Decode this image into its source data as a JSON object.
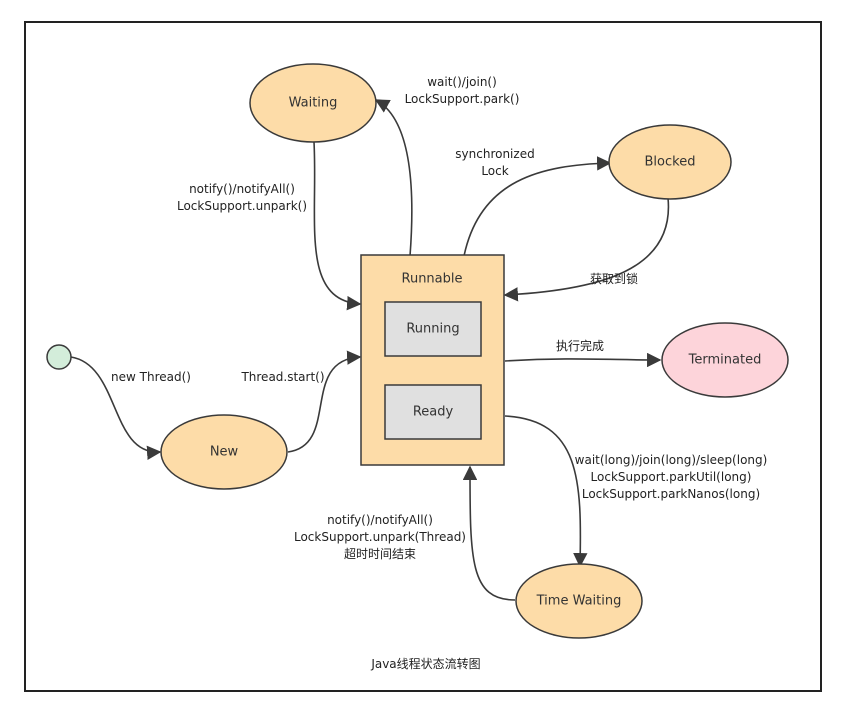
{
  "diagram": {
    "caption": "Java线程状态流转图",
    "colors": {
      "state_fill": "#FDDCA8",
      "terminated_fill": "#FDD4DA",
      "start_fill": "#D3EDDA",
      "inner_fill": "#E0E0E0",
      "stroke": "#3a3a3a"
    },
    "nodes": {
      "waiting": "Waiting",
      "blocked": "Blocked",
      "runnable": "Runnable",
      "running": "Running",
      "ready": "Ready",
      "terminated": "Terminated",
      "new": "New",
      "time_waiting": "Time Waiting"
    },
    "edges": {
      "wait_join_park": [
        "wait()/join()",
        "LockSupport.park()"
      ],
      "notify_unpark": [
        "notify()/notifyAll()",
        "LockSupport.unpark()"
      ],
      "synchronized_lock": [
        "synchronized",
        "Lock"
      ],
      "acquire_lock": [
        "获取到锁"
      ],
      "execution_complete": [
        "执行完成"
      ],
      "new_thread": [
        "new Thread()"
      ],
      "thread_start": [
        "Thread.start()"
      ],
      "timed_wait": [
        "wait(long)/join(long)/sleep(long)",
        "LockSupport.parkUtil(long)",
        "LockSupport.parkNanos(long)"
      ],
      "timed_wake": [
        "notify()/notifyAll()",
        "LockSupport.unpark(Thread)",
        "超时时间结束"
      ]
    }
  }
}
